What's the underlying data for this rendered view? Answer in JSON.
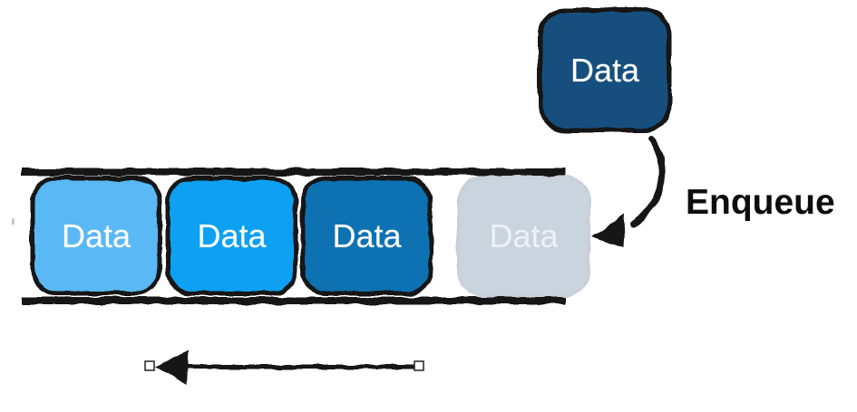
{
  "queue": {
    "slots": [
      {
        "label": "Data",
        "fill": "#5AB8F4"
      },
      {
        "label": "Data",
        "fill": "#09A0F3"
      },
      {
        "label": "Data",
        "fill": "#1071B2"
      },
      {
        "label": "Data",
        "fill": "#CAD4DF",
        "state": "faded-incoming-slot"
      }
    ]
  },
  "incoming_box": {
    "label": "Data",
    "fill": "#15507E"
  },
  "enqueue_label": "Enqueue",
  "colors": {
    "ink": "#161616",
    "box_border": "#141414",
    "box_text": "#FFFFFF",
    "faded_box_border": "#C9D0D9",
    "faded_box_text": "#EDF1F6"
  }
}
